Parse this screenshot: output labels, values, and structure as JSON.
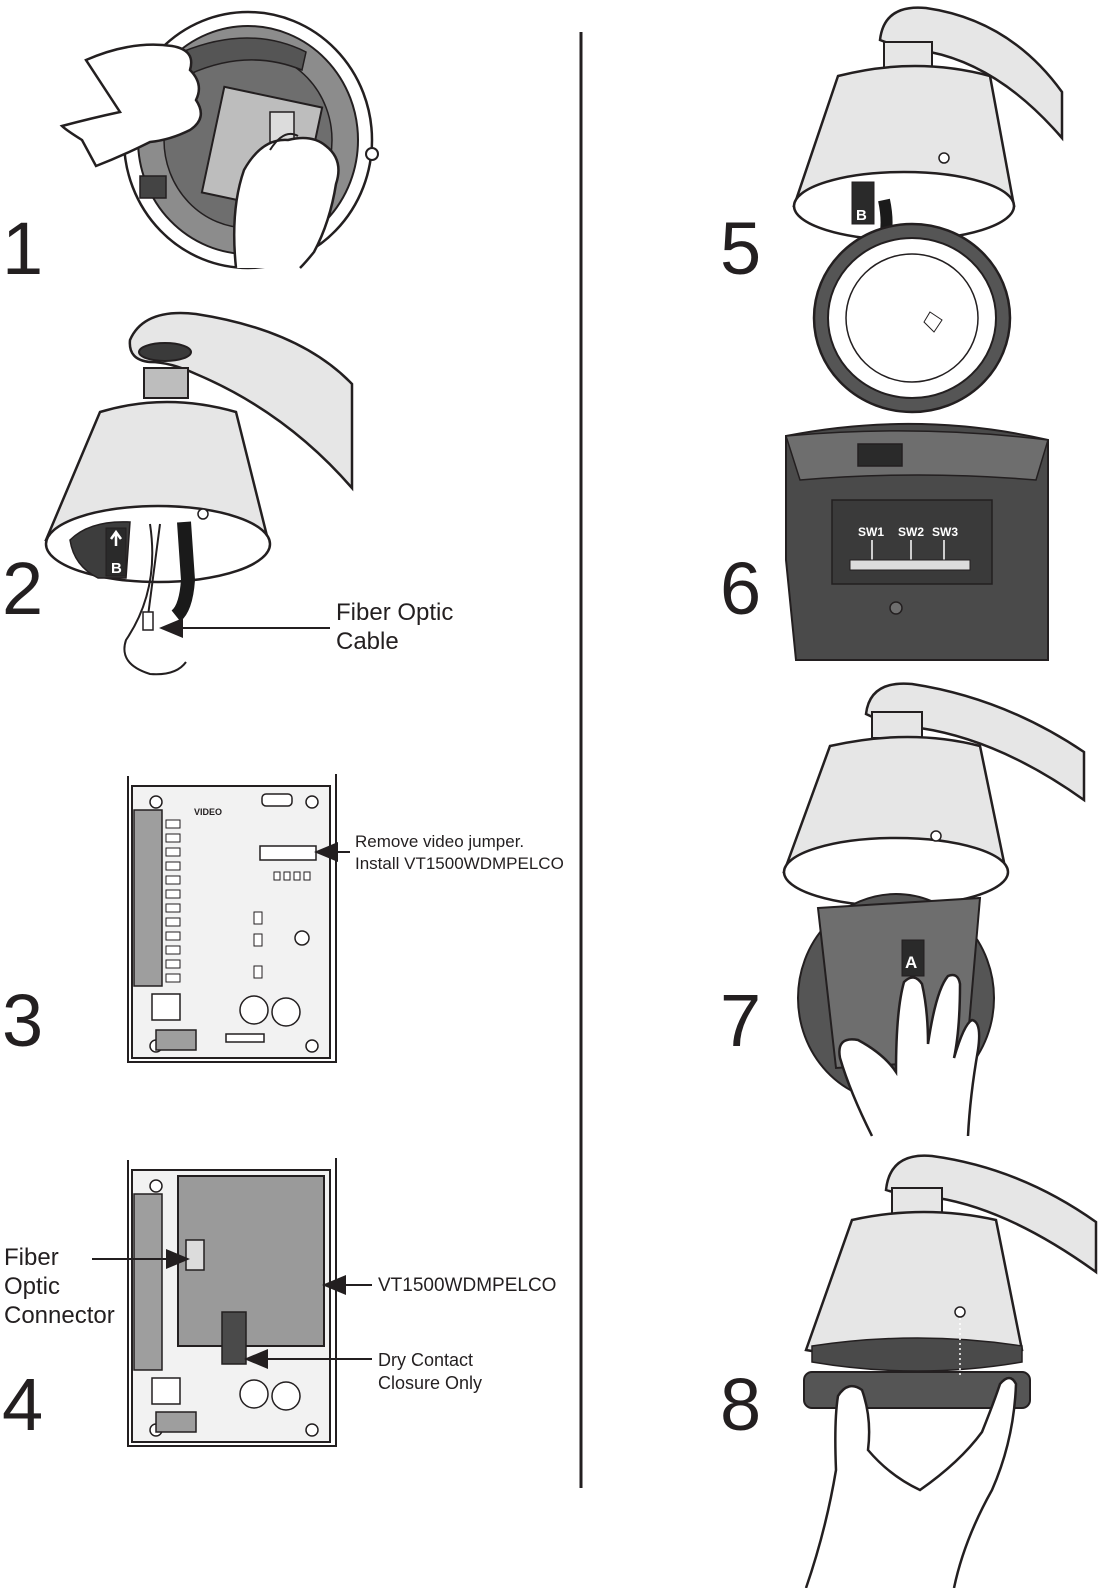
{
  "steps": {
    "s1": "1",
    "s2": "2",
    "s3": "3",
    "s4": "4",
    "s5": "5",
    "s6": "6",
    "s7": "7",
    "s8": "8"
  },
  "callouts": {
    "fiber_optic_cable": [
      "Fiber Optic",
      "Cable"
    ],
    "remove_video_jumper": [
      "Remove video jumper.",
      "Install VT1500WDMPELCO"
    ],
    "fiber_optic_connector": [
      "Fiber",
      "Optic",
      "Connector"
    ],
    "module_name": "VT1500WDMPELCO",
    "dry_contact": [
      "Dry Contact",
      "Closure Only"
    ]
  },
  "board_labels": {
    "video": "VIDEO",
    "sw1": "SW1",
    "sw2": "SW2",
    "sw3": "SW3"
  },
  "housing_marks": {
    "mark_b": "B",
    "mark_a": "A"
  },
  "colors": {
    "ink": "#231f20",
    "housing_fill": "#e6e6e6",
    "board_fill": "#ececec",
    "module_fill": "#9a9a9a",
    "dark_fill": "#4a4a4a"
  }
}
